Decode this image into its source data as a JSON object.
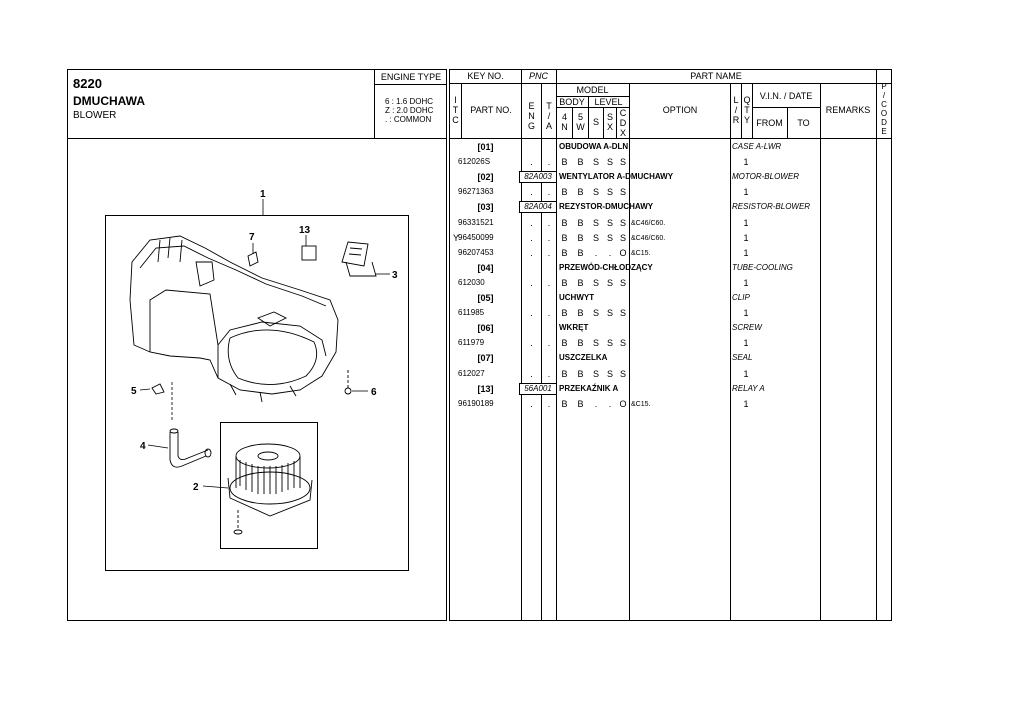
{
  "header": {
    "group_code": "8220",
    "group_name": "DMUCHAWA",
    "group_name_en": "BLOWER",
    "engine_type_label": "ENGINE TYPE",
    "engine_lines": [
      "6 : 1.6 DOHC",
      "Z : 2.0 DOHC",
      ". : COMMON"
    ]
  },
  "columns": {
    "key_no": "KEY NO.",
    "pnc": "PNC",
    "part_name": "PART NAME",
    "itc": [
      "I",
      "T",
      "C"
    ],
    "part_no": "PART NO.",
    "model": "MODEL",
    "eng": [
      "E",
      "N",
      "G"
    ],
    "ta": [
      "T",
      "/",
      "A"
    ],
    "body": "BODY",
    "level": "LEVEL",
    "body4": [
      "4",
      "N"
    ],
    "body5": [
      "5",
      "W"
    ],
    "lvl_s": "S",
    "lvl_sx": [
      "S",
      "X"
    ],
    "lvl_cdx": [
      "C",
      "D",
      "X"
    ],
    "option": "OPTION",
    "lr": [
      "L",
      "/",
      "R"
    ],
    "qty": [
      "Q",
      "T",
      "Y"
    ],
    "vin_date": "V.I.N. / DATE",
    "from": "FROM",
    "to": "TO",
    "remarks": "REMARKS",
    "pcode": [
      "P",
      "/",
      "C",
      "O",
      "D",
      "E"
    ]
  },
  "rows": [
    {
      "type": "group",
      "key": "[01]",
      "pnc": "",
      "name": "OBUDOWA A-DLN",
      "en": "CASE A-LWR"
    },
    {
      "type": "part",
      "itc": "",
      "partno": "612026S",
      "eng": ".",
      "ta": ".",
      "b4": "B",
      "b5": "B",
      "s": "S",
      "sx": "S",
      "cdx": "S",
      "option": "",
      "qty": "1"
    },
    {
      "type": "group",
      "key": "[02]",
      "pnc": "82A003",
      "name": "WENTYLATOR A-DMUCHAWY",
      "en": "MOTOR-BLOWER"
    },
    {
      "type": "part",
      "itc": "",
      "partno": "96271363",
      "eng": ".",
      "ta": ".",
      "b4": "B",
      "b5": "B",
      "s": "S",
      "sx": "S",
      "cdx": "S",
      "option": "",
      "qty": "1"
    },
    {
      "type": "group",
      "key": "[03]",
      "pnc": "82A004",
      "name": "REZYSTOR-DMUCHAWY",
      "en": "RESISTOR-BLOWER"
    },
    {
      "type": "part",
      "itc": "",
      "partno": "96331521",
      "eng": ".",
      "ta": ".",
      "b4": "B",
      "b5": "B",
      "s": "S",
      "sx": "S",
      "cdx": "S",
      "option": "&C46/C60.",
      "qty": "1"
    },
    {
      "type": "part",
      "itc": "Y",
      "partno": "96450099",
      "eng": ".",
      "ta": ".",
      "b4": "B",
      "b5": "B",
      "s": "S",
      "sx": "S",
      "cdx": "S",
      "option": "&C46/C60.",
      "qty": "1"
    },
    {
      "type": "part",
      "itc": "",
      "partno": "96207453",
      "eng": ".",
      "ta": ".",
      "b4": "B",
      "b5": "B",
      "s": ".",
      "sx": ".",
      "cdx": "O",
      "option": "&C15.",
      "qty": "1"
    },
    {
      "type": "group",
      "key": "[04]",
      "pnc": "",
      "name": "PRZEWÓD-CHŁODZĄCY",
      "en": "TUBE-COOLING"
    },
    {
      "type": "part",
      "itc": "",
      "partno": "612030",
      "eng": ".",
      "ta": ".",
      "b4": "B",
      "b5": "B",
      "s": "S",
      "sx": "S",
      "cdx": "S",
      "option": "",
      "qty": "1"
    },
    {
      "type": "group",
      "key": "[05]",
      "pnc": "",
      "name": "UCHWYT",
      "en": "CLIP"
    },
    {
      "type": "part",
      "itc": "",
      "partno": "611985",
      "eng": ".",
      "ta": ".",
      "b4": "B",
      "b5": "B",
      "s": "S",
      "sx": "S",
      "cdx": "S",
      "option": "",
      "qty": "1"
    },
    {
      "type": "group",
      "key": "[06]",
      "pnc": "",
      "name": "WKRĘT",
      "en": "SCREW"
    },
    {
      "type": "part",
      "itc": "",
      "partno": "611979",
      "eng": ".",
      "ta": ".",
      "b4": "B",
      "b5": "B",
      "s": "S",
      "sx": "S",
      "cdx": "S",
      "option": "",
      "qty": "1"
    },
    {
      "type": "group",
      "key": "[07]",
      "pnc": "",
      "name": "USZCZELKA",
      "en": "SEAL"
    },
    {
      "type": "part",
      "itc": "",
      "partno": "612027",
      "eng": ".",
      "ta": ".",
      "b4": "B",
      "b5": "B",
      "s": "S",
      "sx": "S",
      "cdx": "S",
      "option": "",
      "qty": "1"
    },
    {
      "type": "group",
      "key": "[13]",
      "pnc": "56A001",
      "name": "PRZEKAŹNIK A",
      "en": "RELAY A"
    },
    {
      "type": "part",
      "itc": "",
      "partno": "96190189",
      "eng": ".",
      "ta": ".",
      "b4": "B",
      "b5": "B",
      "s": ".",
      "sx": ".",
      "cdx": "O",
      "option": "&C15.",
      "qty": "1"
    }
  ],
  "diagram": {
    "callouts": [
      "1",
      "2",
      "3",
      "4",
      "5",
      "6",
      "7",
      "13"
    ]
  }
}
